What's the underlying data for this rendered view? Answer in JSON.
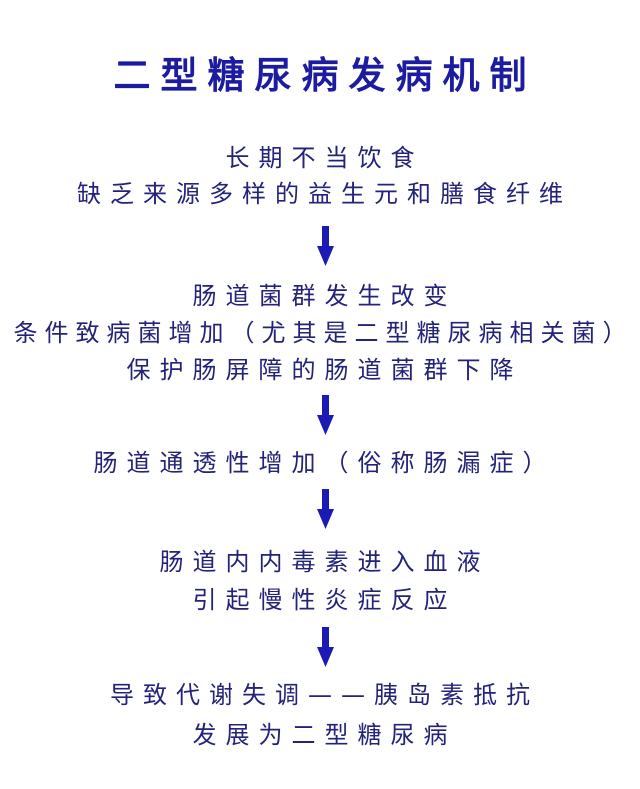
{
  "title": "二型糖尿病发病机制",
  "colors": {
    "title": "#1c1ca0",
    "text": "#23237a",
    "arrow": "#1a1ab4",
    "background": "#ffffff"
  },
  "steps": [
    {
      "lines": [
        "长期不当饮食",
        "缺乏来源多样的益生元和膳食纤维"
      ]
    },
    {
      "lines": [
        "肠道菌群发生改变",
        "条件致病菌增加（尤其是二型糖尿病相关菌）",
        "保护肠屏障的肠道菌群下降"
      ]
    },
    {
      "lines": [
        "肠道通透性增加（俗称肠漏症）"
      ]
    },
    {
      "lines": [
        "肠道内内毒素进入血液",
        "引起慢性炎症反应"
      ]
    },
    {
      "lines": [
        "导致代谢失调——胰岛素抵抗",
        "发展为二型糖尿病"
      ]
    }
  ],
  "arrows": [
    {
      "icon": "arrow-down-icon"
    },
    {
      "icon": "arrow-down-icon"
    },
    {
      "icon": "arrow-down-icon"
    },
    {
      "icon": "arrow-down-icon"
    }
  ]
}
